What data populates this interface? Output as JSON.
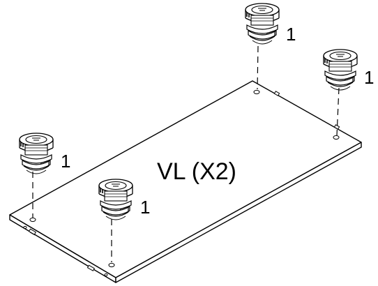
{
  "panel": {
    "label": "VL (X2)"
  },
  "fittings": [
    {
      "name": "cam-fitting-top-center",
      "quantity": "1"
    },
    {
      "name": "cam-fitting-top-right",
      "quantity": "1"
    },
    {
      "name": "cam-fitting-left",
      "quantity": "1"
    },
    {
      "name": "cam-fitting-front",
      "quantity": "1"
    }
  ],
  "colors": {
    "line": "#000000",
    "fill": "#ffffff"
  }
}
